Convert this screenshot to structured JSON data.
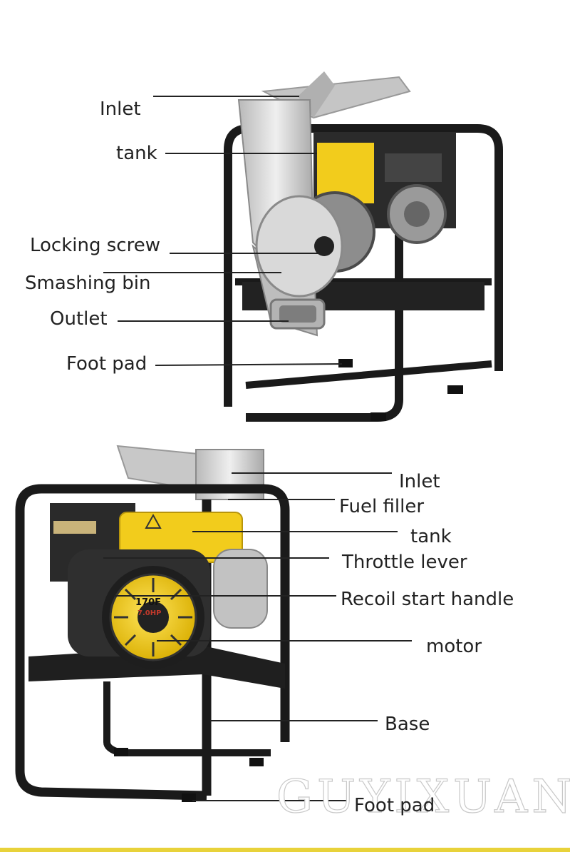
{
  "top_labels": [
    "Inlet",
    "tank",
    "Locking screw",
    "Smashing bin",
    "Outlet",
    "Foot pad"
  ],
  "bottom_labels": [
    "Inlet",
    "Fuel filler",
    "tank",
    "Throttle lever",
    "Recoil start handle",
    "motor",
    "Base",
    "Foot pad"
  ],
  "engine_badge": {
    "model": "170F",
    "power": "7.0HP"
  },
  "watermark": "GUYIXUAN",
  "colors": {
    "frame": "#1a1a1a",
    "tank_yellow": "#f2cc1c",
    "steel": "#cfcfcf",
    "engine_black": "#2a2a2a"
  }
}
